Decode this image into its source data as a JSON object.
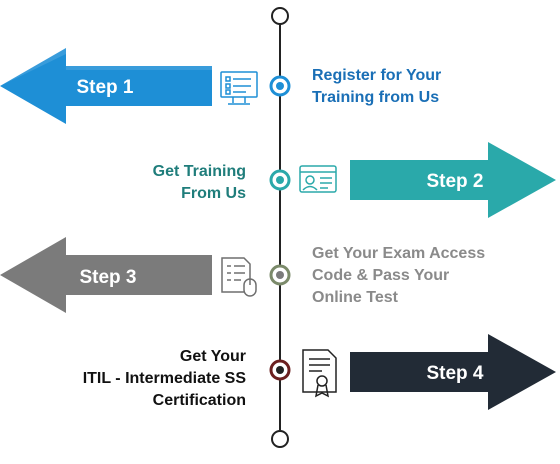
{
  "colors": {
    "step1": "#1e8fd6",
    "step2": "#2aa9aa",
    "step3": "#7b7b7b",
    "step4": "#222b36",
    "text1": "#1a6fb6",
    "text2": "#1f7d7b",
    "text3": "#8a8a8a",
    "text4": "#111111",
    "line": "#222222"
  },
  "steps": [
    {
      "label": "Step 1",
      "text_lines": [
        "Register for Your",
        "Training from Us"
      ],
      "icon": "computer-checklist-icon"
    },
    {
      "label": "Step 2",
      "text_lines": [
        "Get Training",
        "From Us"
      ],
      "icon": "id-card-icon"
    },
    {
      "label": "Step 3",
      "text_lines": [
        "Get Your Exam Access",
        "Code & Pass Your",
        "Online Test"
      ],
      "icon": "test-sheet-mouse-icon"
    },
    {
      "label": "Step 4",
      "text_lines": [
        "Get Your",
        "ITIL -  Intermediate SS",
        "Certification"
      ],
      "icon": "certificate-icon"
    }
  ]
}
